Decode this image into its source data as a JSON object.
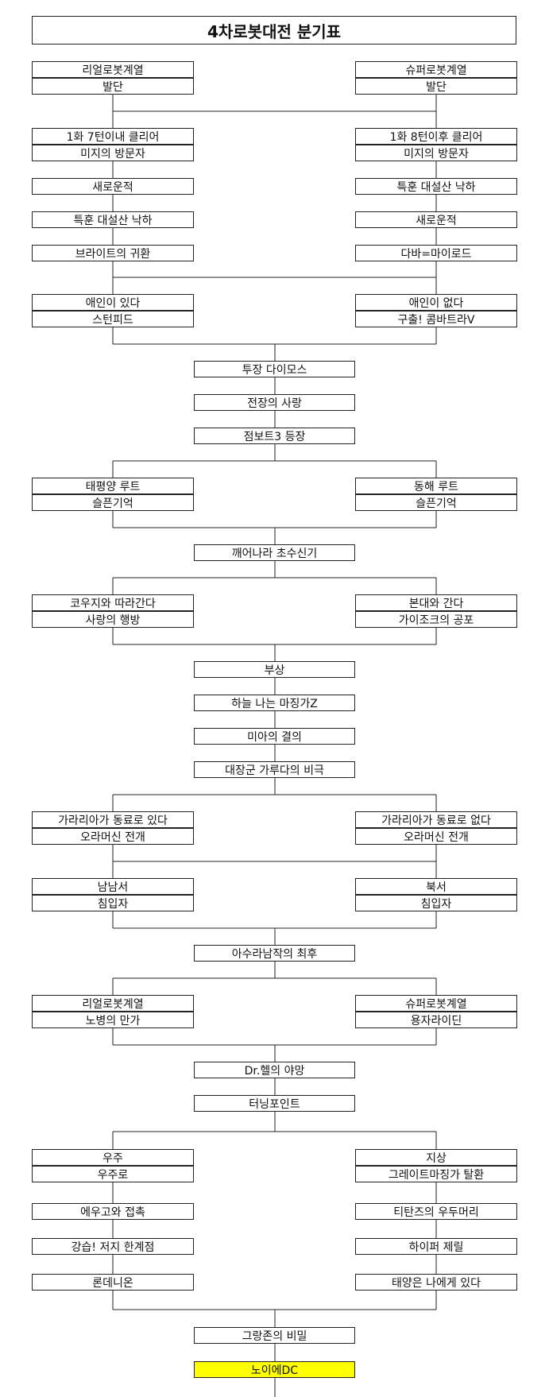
{
  "title": "4차로봇대전 분기표",
  "colors": {
    "line": "#222222",
    "highlight": "#ffff00"
  },
  "nodes": [
    {
      "id": "r1a",
      "text": "리얼로봇계열"
    },
    {
      "id": "r1b",
      "text": "발단"
    },
    {
      "id": "s1a",
      "text": "슈퍼로봇계열"
    },
    {
      "id": "s1b",
      "text": "발단"
    },
    {
      "id": "r2a",
      "text": "1화 7턴이내 클리어"
    },
    {
      "id": "r2b",
      "text": "미지의 방문자"
    },
    {
      "id": "s2a",
      "text": "1화 8턴이후 클리어"
    },
    {
      "id": "s2b",
      "text": "미지의 방문자"
    },
    {
      "id": "r3",
      "text": "새로운적"
    },
    {
      "id": "s3",
      "text": "특훈 대설산 낙하"
    },
    {
      "id": "r4",
      "text": "특훈 대설산 낙하"
    },
    {
      "id": "s4",
      "text": "새로운적"
    },
    {
      "id": "r5",
      "text": "브라이트의 귀환"
    },
    {
      "id": "s5",
      "text": "다바=마이로드"
    },
    {
      "id": "r6a",
      "text": "애인이 있다"
    },
    {
      "id": "r6b",
      "text": "스턴피드"
    },
    {
      "id": "s6a",
      "text": "애인이 없다"
    },
    {
      "id": "s6b",
      "text": "구출! 콤바트라V"
    },
    {
      "id": "c1",
      "text": "투장 다이모스"
    },
    {
      "id": "c2",
      "text": "전장의 사랑"
    },
    {
      "id": "c3",
      "text": "점보트3 등장"
    },
    {
      "id": "r7a",
      "text": "태평양 루트"
    },
    {
      "id": "r7b",
      "text": "슬픈기억"
    },
    {
      "id": "s7a",
      "text": "동해 루트"
    },
    {
      "id": "s7b",
      "text": "슬픈기억"
    },
    {
      "id": "c4",
      "text": "깨어나라 초수신기"
    },
    {
      "id": "r8a",
      "text": "코우지와 따라간다"
    },
    {
      "id": "r8b",
      "text": "사랑의 행방"
    },
    {
      "id": "s8a",
      "text": "본대와 간다"
    },
    {
      "id": "s8b",
      "text": "가이조크의 공포"
    },
    {
      "id": "c5",
      "text": "부상"
    },
    {
      "id": "c6",
      "text": "하늘 나는 마징가Z"
    },
    {
      "id": "c7",
      "text": "미아의 결의"
    },
    {
      "id": "c8",
      "text": "대장군 가루다의 비극"
    },
    {
      "id": "r9a",
      "text": "가라리아가 동료로 있다"
    },
    {
      "id": "r9b",
      "text": "오라머신 전개"
    },
    {
      "id": "s9a",
      "text": "가라리아가 동료로 없다"
    },
    {
      "id": "s9b",
      "text": "오라머신 전개"
    },
    {
      "id": "r10a",
      "text": "남남서"
    },
    {
      "id": "r10b",
      "text": "침입자"
    },
    {
      "id": "s10a",
      "text": "북서"
    },
    {
      "id": "s10b",
      "text": "침입자"
    },
    {
      "id": "c9",
      "text": "아수라남작의 최후"
    },
    {
      "id": "r11a",
      "text": "리얼로봇계열"
    },
    {
      "id": "r11b",
      "text": "노병의 만가"
    },
    {
      "id": "s11a",
      "text": "슈퍼로봇계열"
    },
    {
      "id": "s11b",
      "text": "용자라이딘"
    },
    {
      "id": "c10",
      "text": "Dr.헬의 야망"
    },
    {
      "id": "c11",
      "text": "터닝포인트"
    },
    {
      "id": "r12a",
      "text": "우주"
    },
    {
      "id": "r12b",
      "text": "우주로"
    },
    {
      "id": "s12a",
      "text": "지상"
    },
    {
      "id": "s12b",
      "text": "그레이트마징가 탈환"
    },
    {
      "id": "r13",
      "text": "에우고와 접촉"
    },
    {
      "id": "s13",
      "text": "티탄즈의 우두머리"
    },
    {
      "id": "r14",
      "text": "강습! 저지 한계점"
    },
    {
      "id": "s14",
      "text": "하이퍼 제릴"
    },
    {
      "id": "r15",
      "text": "론데니온"
    },
    {
      "id": "s15",
      "text": "태양은 나에게 있다"
    },
    {
      "id": "c12",
      "text": "그랑존의 비밀"
    },
    {
      "id": "c13",
      "text": "노이에DC"
    }
  ]
}
